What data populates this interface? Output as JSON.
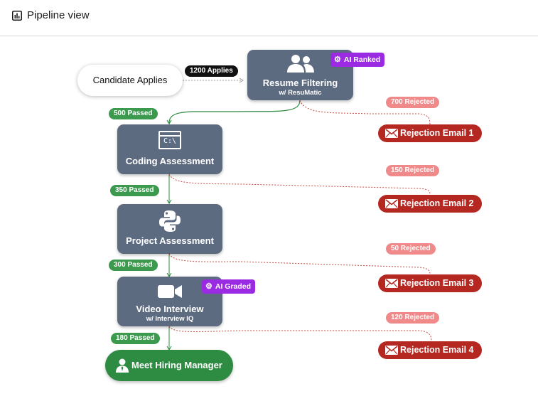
{
  "header": {
    "title": "Pipeline view",
    "icon": "bar-chart-icon"
  },
  "colors": {
    "node": "#5d6b80",
    "passed": "#3c9a4e",
    "rejected_pill": "#f08a8a",
    "email": "#b52721",
    "badge": "#9a2be2",
    "final": "#2e8b42"
  },
  "start": {
    "label": "Candidate Applies"
  },
  "applies_pill": "1200 Applies",
  "stages": [
    {
      "title": "Resume Filtering",
      "subtitle": "w/ ResuMatic",
      "icon": "users-icon",
      "badge": "AI Ranked"
    },
    {
      "title": "Coding Assessment",
      "icon": "terminal-icon",
      "icon_text": "C:\\"
    },
    {
      "title": "Project Assessment",
      "icon": "python-icon"
    },
    {
      "title": "Video Interview",
      "subtitle": "w/ Interview IQ",
      "icon": "video-camera-icon",
      "badge": "AI Graded"
    }
  ],
  "passed": [
    "500 Passed",
    "350 Passed",
    "300 Passed",
    "180 Passed"
  ],
  "rejected": [
    "700 Rejected",
    "150 Rejected",
    "50 Rejected",
    "120 Rejected"
  ],
  "emails": [
    "Rejection Email 1",
    "Rejection Email 2",
    "Rejection Email 3",
    "Rejection Email 4"
  ],
  "final": {
    "label": "Meet Hiring Manager",
    "icon": "person-icon"
  }
}
